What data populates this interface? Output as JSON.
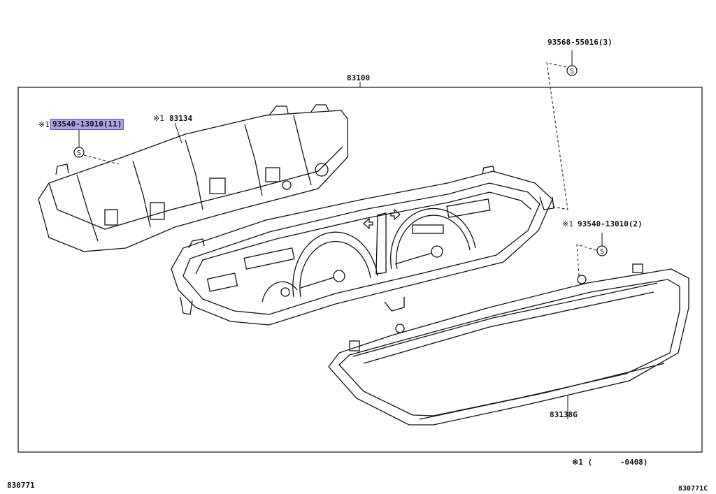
{
  "diagram": {
    "frame_part": "83100",
    "mark": "※1",
    "parts": {
      "bolt_top": "93568-55016(3)",
      "screw_left": "93540-13010(11)",
      "housing": "83134",
      "screw_right": "93540-13010(2)",
      "lens": "83138G"
    },
    "screw_symbol": "S",
    "footnote_range": "※1 (      -0408)",
    "code_left": "830771",
    "code_right": "830771C"
  },
  "colors": {
    "highlight": "#a9a3e6",
    "line": "#111111"
  }
}
